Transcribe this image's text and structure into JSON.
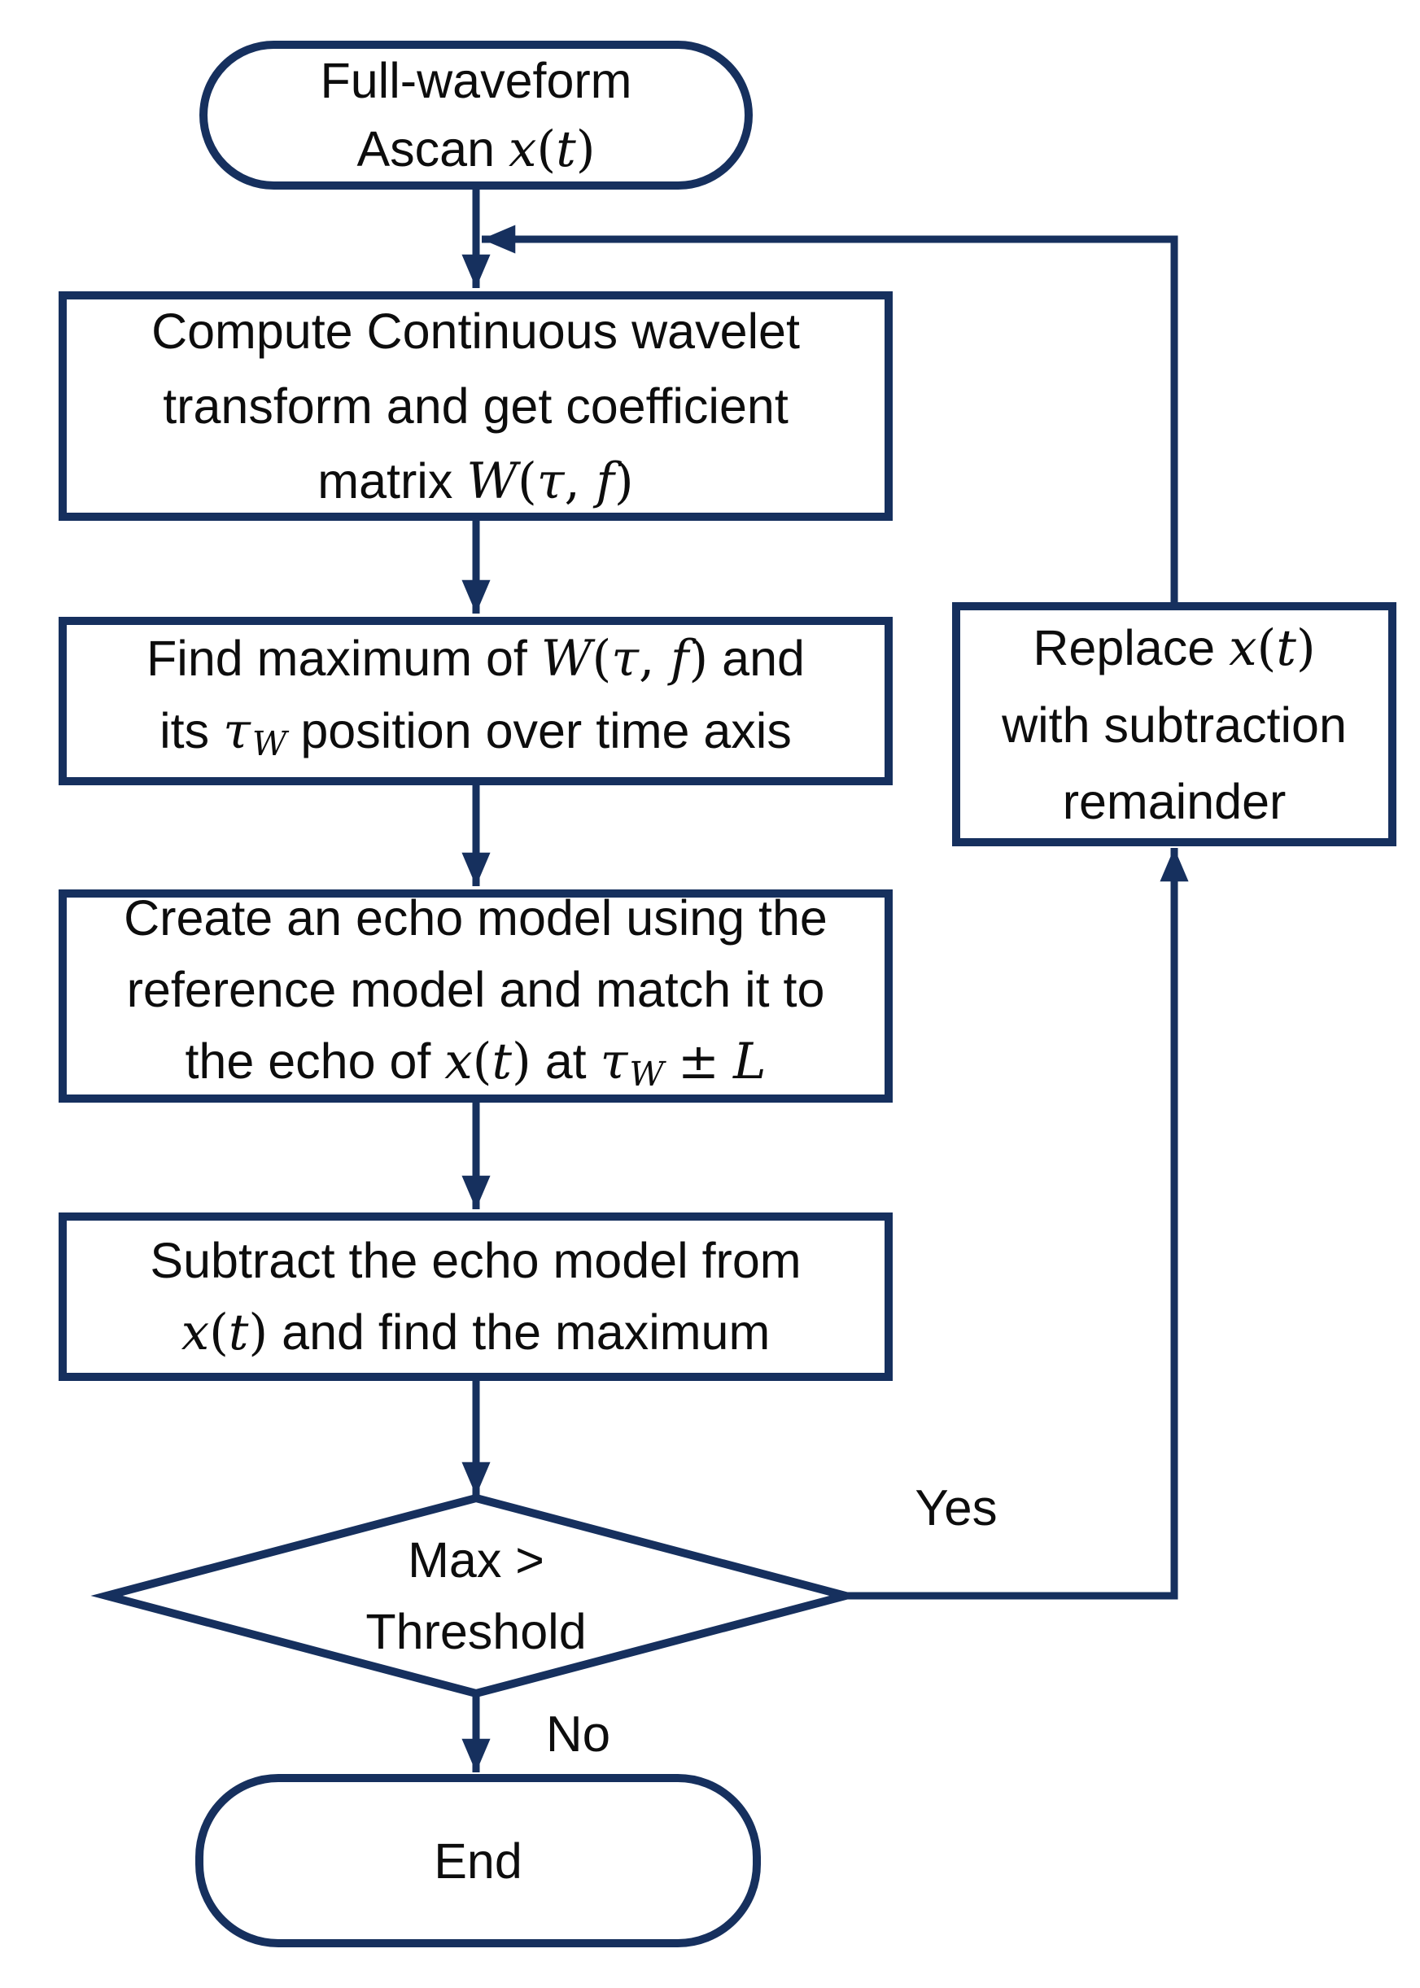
{
  "colors": {
    "accent_navy": "#16305e",
    "text": "#0d0d0d",
    "background": "#ffffff"
  },
  "labels": {
    "yes": "Yes",
    "no": "No"
  },
  "nodes": {
    "start": {
      "kind": "terminal",
      "lines": [
        [
          "Full-waveform"
        ],
        [
          "Ascan ",
          {
            "t": "x",
            "s": "i"
          },
          {
            "t": "(",
            "s": "m"
          },
          {
            "t": "t",
            "s": "i"
          },
          {
            "t": ")",
            "s": "m"
          }
        ]
      ]
    },
    "cwt": {
      "kind": "process",
      "lines": [
        [
          "Compute Continuous wavelet"
        ],
        [
          "transform and get coefficient"
        ],
        [
          "matrix ",
          {
            "t": "W",
            "s": "i"
          },
          {
            "t": "(",
            "s": "m"
          },
          {
            "t": "τ",
            "s": "i"
          },
          {
            "t": ", ",
            "s": "m"
          },
          {
            "t": "f",
            "s": "i"
          },
          {
            "t": ")",
            "s": "m"
          }
        ]
      ]
    },
    "findmax": {
      "kind": "process",
      "lines": [
        [
          "Find maximum of ",
          {
            "t": "W",
            "s": "i"
          },
          {
            "t": "(",
            "s": "m"
          },
          {
            "t": "τ",
            "s": "i"
          },
          {
            "t": ", ",
            "s": "m"
          },
          {
            "t": "f",
            "s": "i"
          },
          {
            "t": ")",
            "s": "m"
          },
          " and"
        ],
        [
          "its ",
          {
            "t": "τ",
            "s": "i"
          },
          {
            "t": "W",
            "s": "sub"
          },
          " position over time axis"
        ]
      ]
    },
    "echo": {
      "kind": "process",
      "lines": [
        [
          "Create an echo model using the"
        ],
        [
          "reference model and match it to"
        ],
        [
          "the echo of ",
          {
            "t": "x",
            "s": "i"
          },
          {
            "t": "(",
            "s": "m"
          },
          {
            "t": "t",
            "s": "i"
          },
          {
            "t": ")",
            "s": "m"
          },
          " at ",
          {
            "t": "τ",
            "s": "i"
          },
          {
            "t": "W",
            "s": "sub"
          },
          " ",
          {
            "t": "±",
            "s": "m"
          },
          " ",
          {
            "t": "L",
            "s": "i"
          }
        ]
      ]
    },
    "subtract": {
      "kind": "process",
      "lines": [
        [
          "Subtract the echo model from"
        ],
        [
          {
            "t": "x",
            "s": "i"
          },
          {
            "t": "(",
            "s": "m"
          },
          {
            "t": "t",
            "s": "i"
          },
          {
            "t": ")",
            "s": "m"
          },
          " and find the maximum"
        ]
      ]
    },
    "decision": {
      "kind": "decision",
      "lines": [
        [
          "Max >"
        ],
        [
          "Threshold"
        ]
      ]
    },
    "replace": {
      "kind": "process",
      "lines": [
        [
          "Replace ",
          {
            "t": "x",
            "s": "i"
          },
          {
            "t": "(",
            "s": "m"
          },
          {
            "t": "t",
            "s": "i"
          },
          {
            "t": ")",
            "s": "m"
          }
        ],
        [
          "with subtraction"
        ],
        [
          "remainder"
        ]
      ]
    },
    "end": {
      "kind": "terminal",
      "lines": [
        [
          "End"
        ]
      ]
    }
  }
}
